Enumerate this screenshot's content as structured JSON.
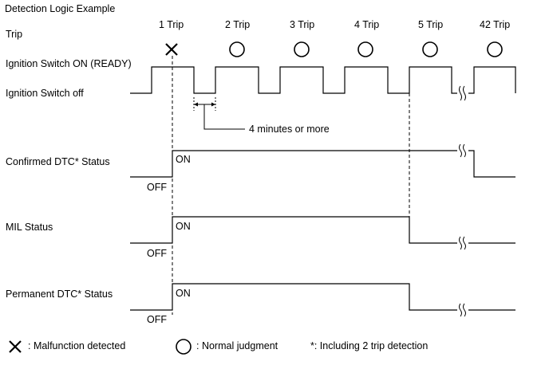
{
  "title": "Detection Logic Example",
  "row_labels": {
    "trip": "Trip",
    "ignition_on": "Ignition Switch ON (READY)",
    "ignition_off": "Ignition Switch off",
    "confirmed_dtc": "Confirmed DTC* Status",
    "mil": "MIL Status",
    "permanent_dtc": "Permanent DTC* Status"
  },
  "trips": [
    {
      "label": "1 Trip",
      "mark": "cross-icon"
    },
    {
      "label": "2 Trip",
      "mark": "circle-icon"
    },
    {
      "label": "3 Trip",
      "mark": "circle-icon"
    },
    {
      "label": "4 Trip",
      "mark": "circle-icon"
    },
    {
      "label": "5 Trip",
      "mark": "circle-icon"
    },
    {
      "label": "42 Trip",
      "mark": "circle-icon"
    }
  ],
  "duration_note": "4 minutes or more",
  "state_labels": {
    "on": "ON",
    "off": "OFF"
  },
  "legend": {
    "malfunction": ": Malfunction detected",
    "normal": ": Normal judgment",
    "note": "*: Including 2 trip detection"
  },
  "colors": {
    "line": "#000000",
    "background": "#ffffff"
  }
}
